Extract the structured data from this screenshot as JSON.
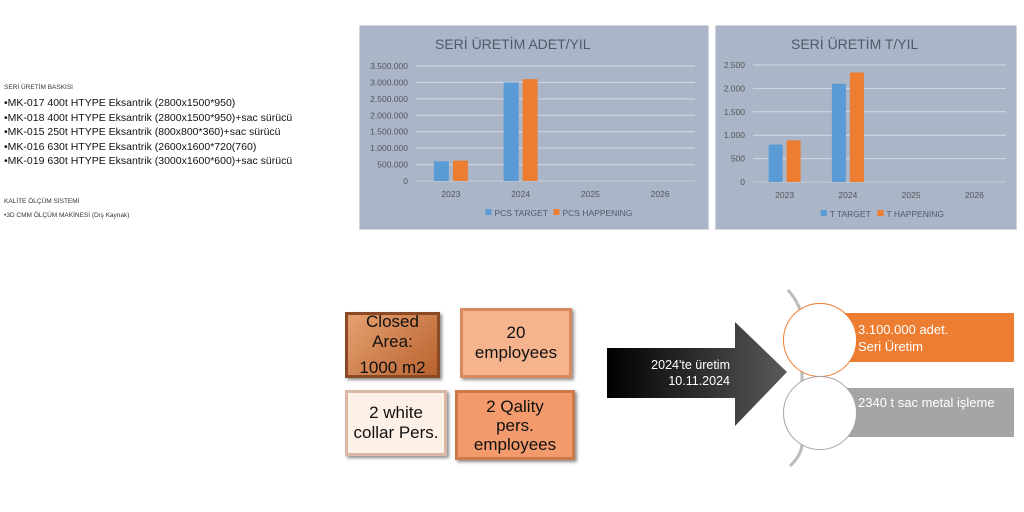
{
  "left_text": {
    "heading": "SERİ ÜRETİM BASKISI",
    "items": [
      "•MK-017 400t HTYPE Eksantrik (2800x1500*950)",
      "•MK-018 400t HTYPE Eksantrik (2800x1500*950)+sac sürücü",
      "•MK-015 250t HTYPE Eksantrik (800x800*360)+sac sürücü",
      "•MK-016 630t HTYPE Eksantrik (2600x1600*720(760)",
      "•MK-019 630t HTYPE Eksantrik (3000x1600*600)+sac sürücü"
    ],
    "quality_heading": "KALİTE ÖLÇÜM SİSTEMİ",
    "quality_item": "•3D CMM ÖLÇÜM MAKİNESİ (Dış Kaynak)"
  },
  "chart_data": [
    {
      "type": "bar",
      "title": "SERİ ÜRETİM ADET/YIL",
      "categories": [
        "2023",
        "2024",
        "2025",
        "2026"
      ],
      "series": [
        {
          "name": "PCS TARGET",
          "color": "#5b9bd5",
          "values": [
            600000,
            3000000,
            0,
            0
          ]
        },
        {
          "name": "PCS HAPPENING",
          "color": "#ed7d31",
          "values": [
            620000,
            3100000,
            0,
            0
          ]
        }
      ],
      "ylim": [
        0,
        3500000
      ],
      "yticks": [
        "0",
        "500.000",
        "1.000.000",
        "1.500.000",
        "2.000.000",
        "2.500.000",
        "3.000.000",
        "3.500.000"
      ],
      "legend": "bottom",
      "grid": true
    },
    {
      "type": "bar",
      "title": "SERİ ÜRETİM T/YIL",
      "categories": [
        "2023",
        "2024",
        "2025",
        "2026"
      ],
      "series": [
        {
          "name": "T TARGET",
          "color": "#5b9bd5",
          "values": [
            800,
            2100,
            0,
            0
          ]
        },
        {
          "name": "T HAPPENING",
          "color": "#ed7d31",
          "values": [
            890,
            2340,
            0,
            0
          ]
        }
      ],
      "ylim": [
        0,
        2500
      ],
      "yticks": [
        "0",
        "500",
        "1.000",
        "1.500",
        "2.000",
        "2.500"
      ],
      "legend": "bottom",
      "grid": true
    }
  ],
  "boxes": {
    "closed_area_1": "Closed Area:",
    "closed_area_2": "1000 m2",
    "employees_1": "20",
    "employees_2": "employees",
    "white_1": "2 white",
    "white_2": "collar Pers.",
    "quality_1": "2 Qality",
    "quality_2": "pers.",
    "quality_3": "employees"
  },
  "arrow": {
    "line1": "2024'te üretim",
    "line2": "10.11.2024"
  },
  "results": {
    "orange_1": "3.100.000 adet.",
    "orange_2": "Seri Üretim",
    "gray": "2340 t sac metal işleme"
  }
}
